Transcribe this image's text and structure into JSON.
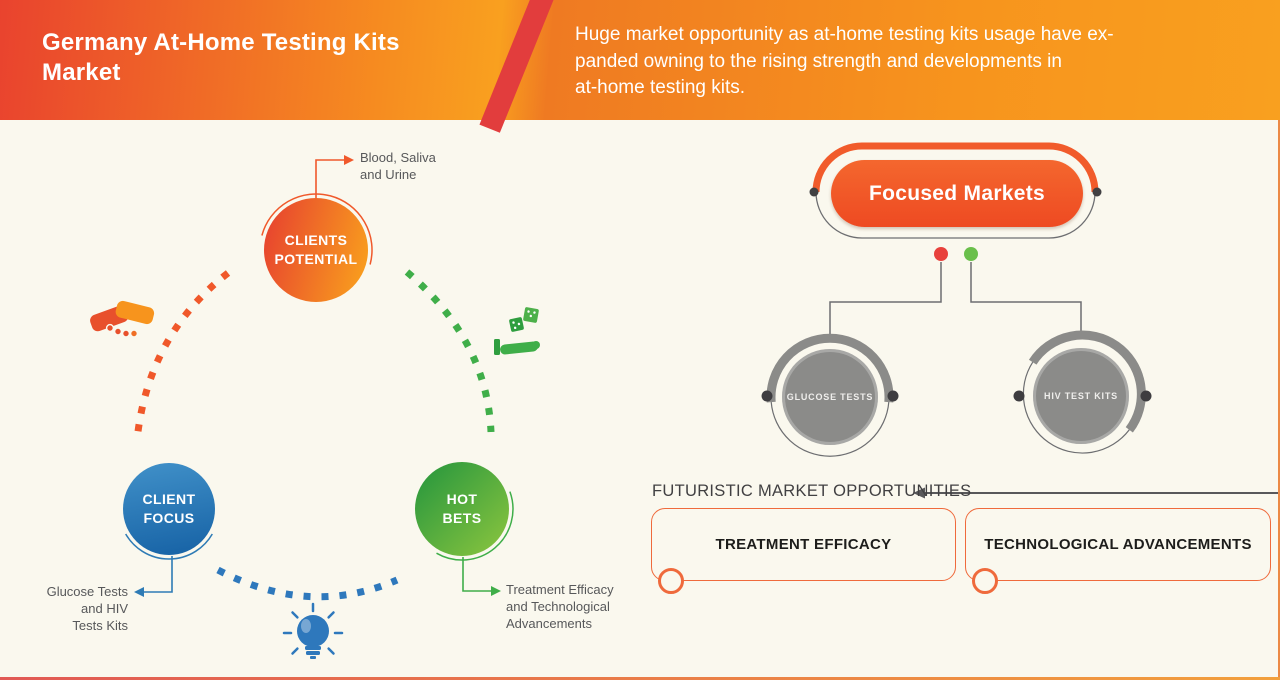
{
  "page": {
    "title": "Germany At-Home Testing Kits\nMarket",
    "subtitle": "Huge market opportunity as at-home testing kits usage have ex-\npanded owning to the rising strength and developments in\nat-home testing kits."
  },
  "cycle": {
    "nodes": [
      {
        "label": "CLIENTS\nPOTENTIAL",
        "annotation": "Blood, Saliva\nand Urine",
        "accent": "#f0592b"
      },
      {
        "label": "CLIENT\nFOCUS",
        "annotation": "Glucose Tests\nand HIV\nTests Kits",
        "accent": "#2e7bb5"
      },
      {
        "label": "HOT\nBETS",
        "annotation": "Treatment Efficacy\nand Technological\nAdvancements",
        "accent": "#3fae49"
      }
    ],
    "icons": [
      "handshake-icon",
      "dice-hand-icon",
      "lightbulb-icon"
    ]
  },
  "focused_markets": {
    "title": "Focused Markets",
    "children": [
      "GLUCOSE TESTS",
      "HIV TEST KITS"
    ],
    "marker_colors": [
      "#e8413c",
      "#6abf4b"
    ]
  },
  "opportunities": {
    "heading": "FUTURISTIC MARKET OPPORTUNITIES",
    "items": [
      "TREATMENT EFFICACY",
      "TECHNOLOGICAL ADVANCEMENTS"
    ]
  },
  "colors": {
    "header_gradient_start": "#e9432e",
    "header_gradient_end": "#f9a01f",
    "background": "#faf8ee",
    "accent_orange": "#f0592b",
    "accent_blue": "#2e7bb5",
    "accent_green": "#3fae49",
    "gray_circle": "#8b8b89",
    "line_gray": "#6d6e71",
    "text_gray": "#57585a",
    "footer_line_start": "#e15954",
    "footer_line_end": "#f2a03c"
  }
}
